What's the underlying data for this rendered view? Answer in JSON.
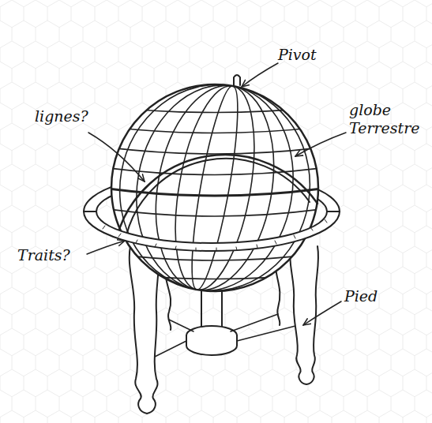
{
  "diagram": {
    "labels": [
      "Pivot",
      "lignes?",
      "globe Terrestre",
      "Traits?",
      "Pied"
    ]
  }
}
